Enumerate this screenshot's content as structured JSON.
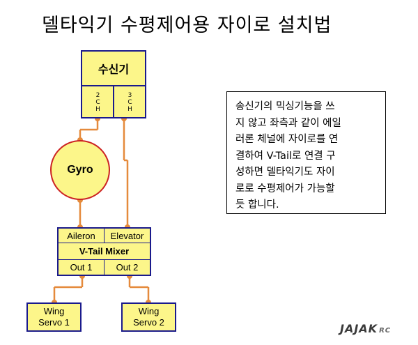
{
  "title": "델타익기 수평제어용 자이로 설치법",
  "receiver": {
    "label": "수신기",
    "channels": [
      {
        "num": "2",
        "unit": "C",
        "unit2": "H"
      },
      {
        "num": "3",
        "unit": "C",
        "unit2": "H"
      }
    ]
  },
  "gyro": {
    "label": "Gyro"
  },
  "mixer": {
    "inputs": [
      "Aileron",
      "Elevator"
    ],
    "name": "V-Tail Mixer",
    "outputs": [
      "Out 1",
      "Out 2"
    ]
  },
  "servos": [
    {
      "line1": "Wing",
      "line2": "Servo 1"
    },
    {
      "line1": "Wing",
      "line2": "Servo 2"
    }
  ],
  "note": {
    "lines": [
      "송신기의 믹싱기능을 쓰",
      "지 않고 좌측과 같이 에일",
      "러론 체널에 자이로를 연",
      "결하여 V-Tail로 연결 구",
      "성하면 델타익기도 자이",
      "로로 수평제어가 가능할",
      "듯 합니다."
    ]
  },
  "logo": {
    "main": "JAJAK",
    "sub": "RC"
  },
  "colors": {
    "box_fill": "#fcf68a",
    "box_border": "#1a1a8c",
    "gyro_border": "#cc2222",
    "wire": "#e58a3c"
  }
}
